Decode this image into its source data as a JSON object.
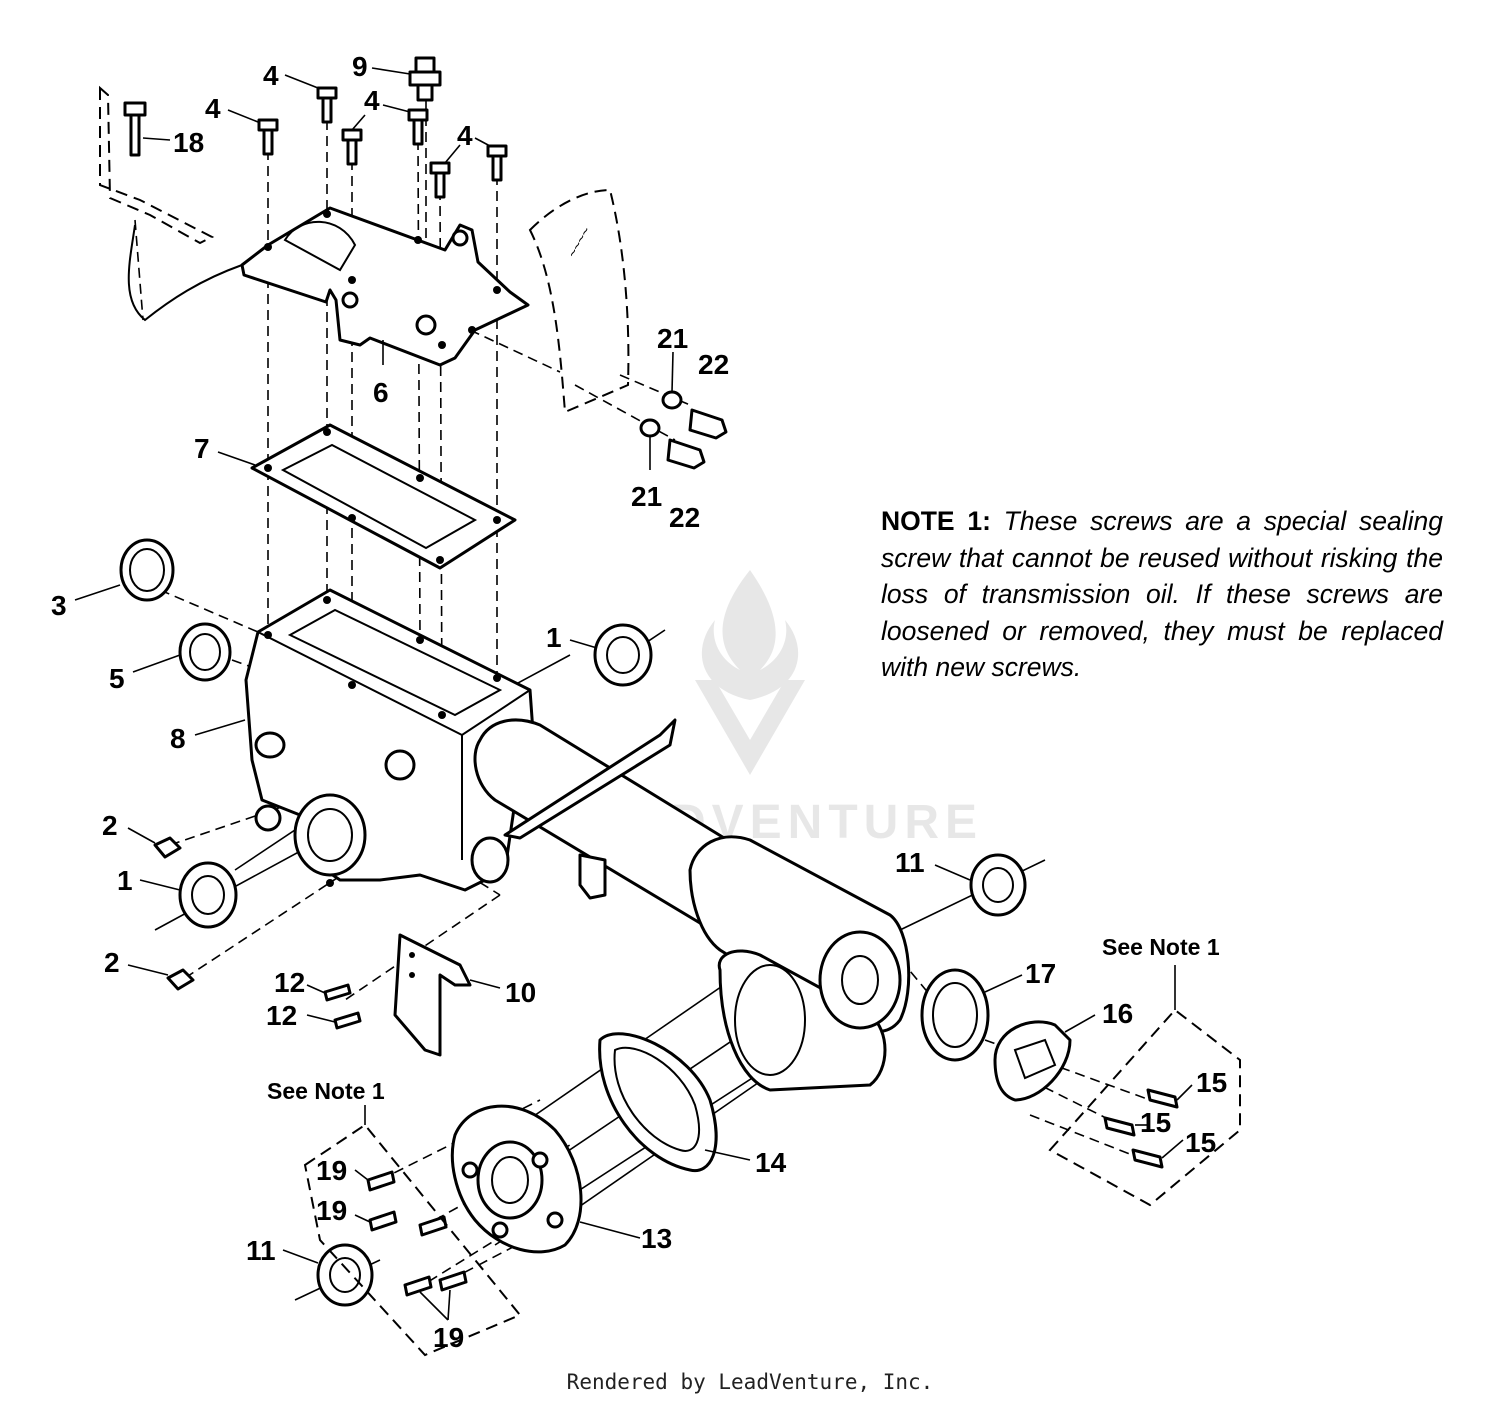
{
  "callouts": [
    {
      "id": "c4a",
      "text": "4"
    },
    {
      "id": "c9",
      "text": "9"
    },
    {
      "id": "c4b",
      "text": "4"
    },
    {
      "id": "c4c",
      "text": "4"
    },
    {
      "id": "c4d",
      "text": "4"
    },
    {
      "id": "c18",
      "text": "18"
    },
    {
      "id": "c6",
      "text": "6"
    },
    {
      "id": "c7",
      "text": "7"
    },
    {
      "id": "c21a",
      "text": "21"
    },
    {
      "id": "c22a",
      "text": "22"
    },
    {
      "id": "c21b",
      "text": "21"
    },
    {
      "id": "c22b",
      "text": "22"
    },
    {
      "id": "c3",
      "text": "3"
    },
    {
      "id": "c5",
      "text": "5"
    },
    {
      "id": "c1a",
      "text": "1"
    },
    {
      "id": "c8",
      "text": "8"
    },
    {
      "id": "c2a",
      "text": "2"
    },
    {
      "id": "c1b",
      "text": "1"
    },
    {
      "id": "c2b",
      "text": "2"
    },
    {
      "id": "c11a",
      "text": "11"
    },
    {
      "id": "c17",
      "text": "17"
    },
    {
      "id": "c16",
      "text": "16"
    },
    {
      "id": "c12a",
      "text": "12"
    },
    {
      "id": "c10",
      "text": "10"
    },
    {
      "id": "c12b",
      "text": "12"
    },
    {
      "id": "c15a",
      "text": "15"
    },
    {
      "id": "c15b",
      "text": "15"
    },
    {
      "id": "c15c",
      "text": "15"
    },
    {
      "id": "c14",
      "text": "14"
    },
    {
      "id": "c19a",
      "text": "19"
    },
    {
      "id": "c19b",
      "text": "19"
    },
    {
      "id": "c13",
      "text": "13"
    },
    {
      "id": "c11b",
      "text": "11"
    },
    {
      "id": "c19c",
      "text": "19"
    }
  ],
  "see_notes": [
    {
      "id": "see-note-right",
      "text": "See Note 1"
    },
    {
      "id": "see-note-left",
      "text": "See Note 1"
    }
  ],
  "note": {
    "title": "NOTE 1:",
    "text": "These screws are a special sealing screw that cannot be reused without risking the loss of transmission oil. If these screws are loosened or removed, they must be replaced with new screws."
  },
  "watermark_text": "LEADVENTURE",
  "footer": "Rendered by LeadVenture, Inc."
}
